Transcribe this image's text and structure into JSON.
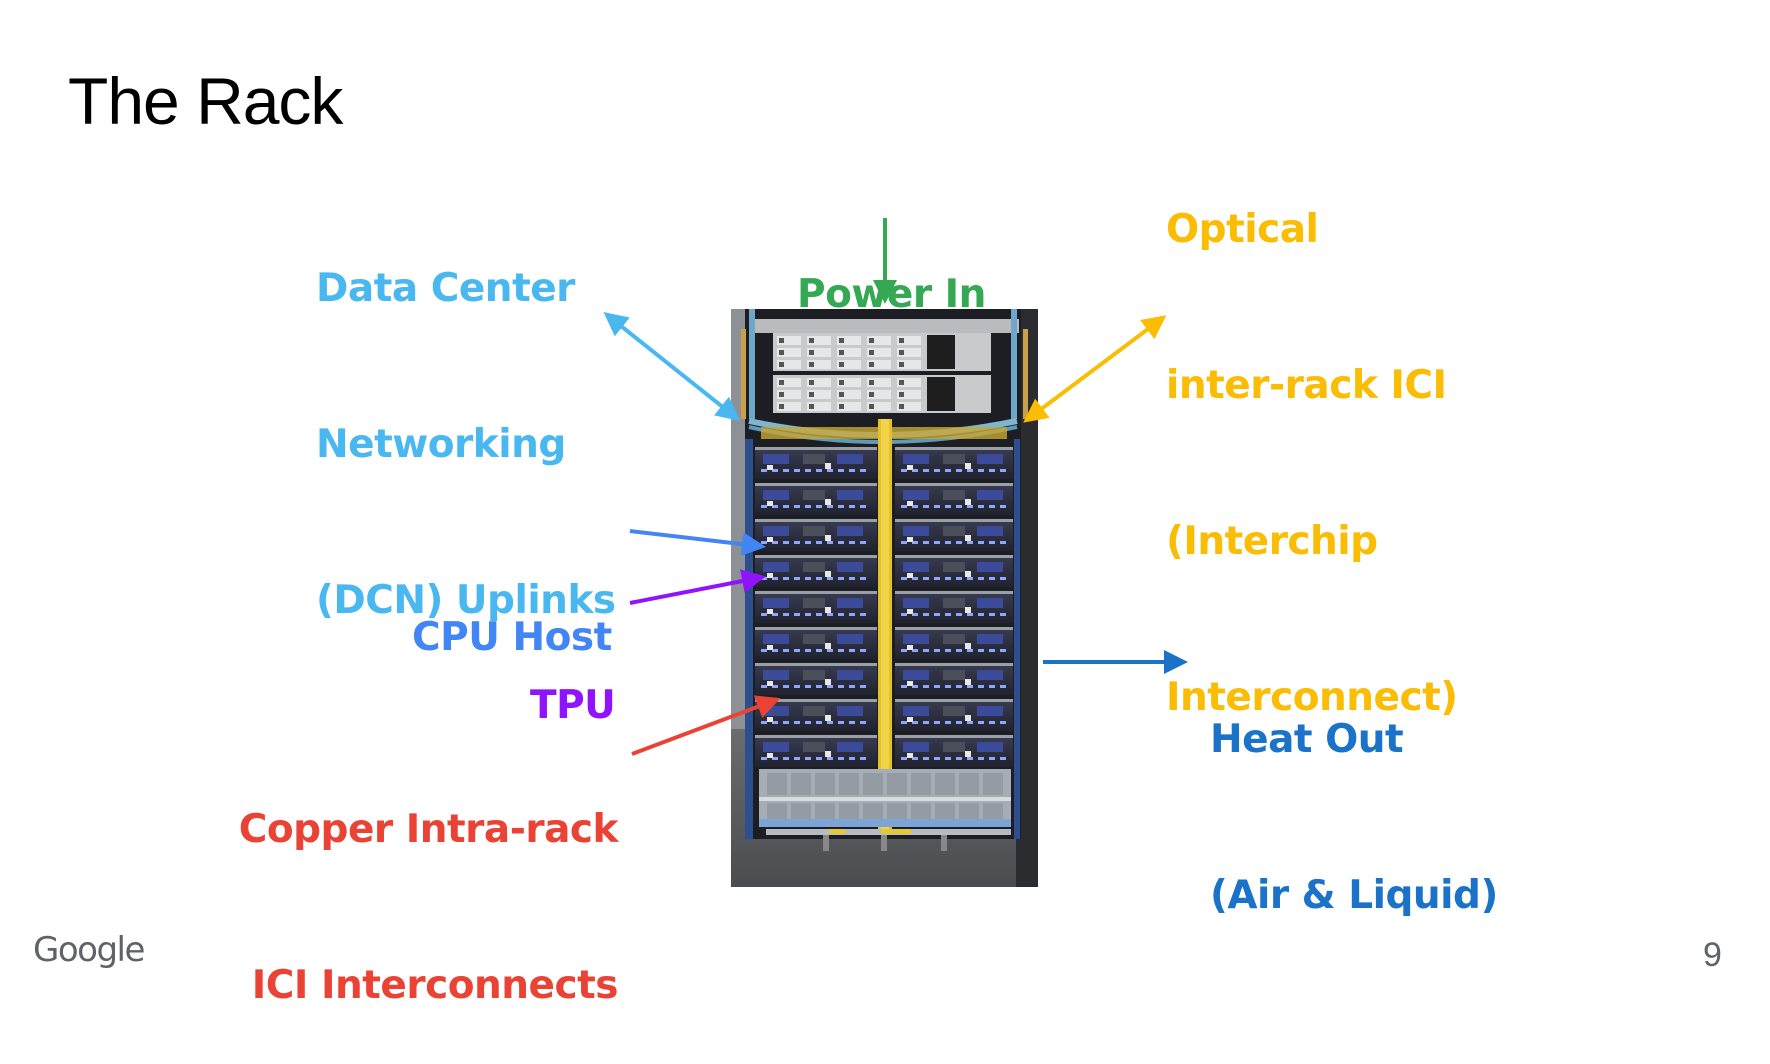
{
  "slide": {
    "title": "The Rack",
    "page_number": "9",
    "footer_logo": "Google"
  },
  "labels": {
    "dcn": {
      "lines": [
        "Data Center",
        "Networking",
        "(DCN) Uplinks"
      ],
      "color": "#4ab8f0"
    },
    "power": {
      "lines": [
        "Power In"
      ],
      "color": "#34a853"
    },
    "optical": {
      "lines": [
        "Optical",
        "inter-rack ICI",
        "(Interchip",
        "Interconnect)"
      ],
      "color": "#fbbc04"
    },
    "cpu": {
      "lines": [
        "CPU Host"
      ],
      "color": "#4285f4"
    },
    "tpu": {
      "lines": [
        "TPU"
      ],
      "color": "#9013fe"
    },
    "copper": {
      "lines": [
        "Copper Intra-rack",
        "ICI Interconnects"
      ],
      "color": "#ea4335"
    },
    "heat": {
      "lines": [
        "Heat Out",
        "(Air & Liquid)"
      ],
      "color": "#1a73c8"
    }
  },
  "photo": {
    "subject": "TPU rack photograph"
  }
}
